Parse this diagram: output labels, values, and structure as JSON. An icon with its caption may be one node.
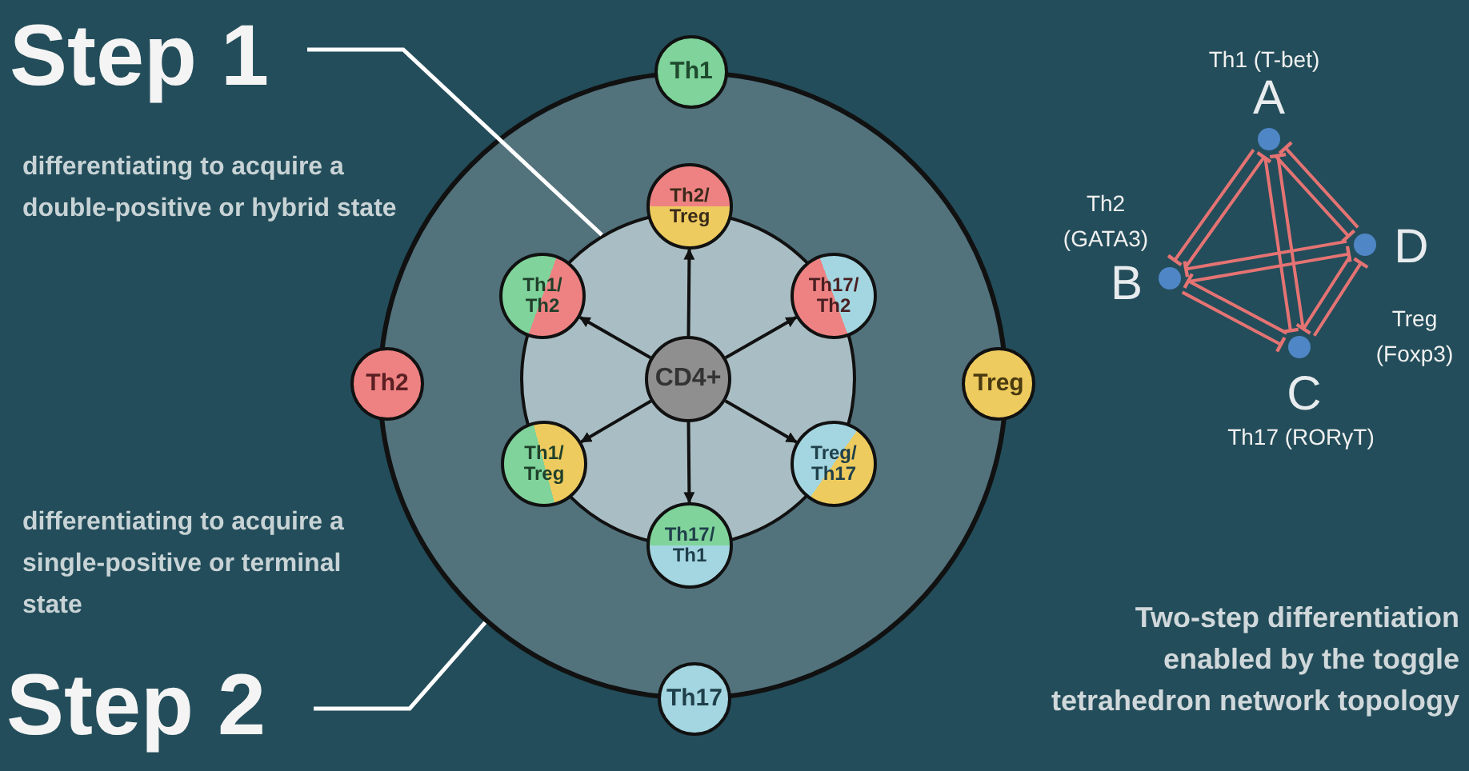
{
  "diagram": {
    "caption": "Two-step differentiation enabled by the toggle tetrahedron network topology",
    "nodes": [
      {
        "text": [
          "Step 1"
        ]
      },
      {
        "text": [],
        "shape": "circle"
      },
      {
        "text": [
          "Th1"
        ]
      },
      {
        "text": [
          "Th2"
        ]
      },
      {
        "text": [
          "Treg"
        ]
      },
      {
        "text": [
          "Th17"
        ]
      },
      {
        "text": [],
        "shape": "circle",
        "in": 1
      },
      {
        "text": [
          "Th2/ Treg"
        ],
        "in": 1
      },
      {
        "text": [
          "Th1/ Th2"
        ],
        "in": 1
      },
      {
        "text": [
          "Th17/ Th2"
        ],
        "in": 1
      },
      {
        "text": [
          "CD4+"
        ],
        "in": 6
      },
      {
        "text": [
          "Th1/ Treg"
        ],
        "in": 1
      },
      {
        "text": [
          "Treg/ Th17"
        ],
        "in": 1
      },
      {
        "text": [
          "Th17/ Th1"
        ],
        "in": 1
      },
      {
        "text": [
          "Step 2"
        ]
      },
      {
        "text": [
          "A"
        ],
        "beside": [
          "Th1 (T-bet)"
        ]
      },
      {
        "text": [
          "B"
        ],
        "beside": [
          "Th2 (GATA3)"
        ]
      },
      {
        "text": [
          "D"
        ],
        "beside": [
          "Treg (Foxp3)"
        ]
      },
      {
        "text": [
          "C"
        ],
        "beside": [
          "Th17 (RORγT)"
        ]
      }
    ],
    "edges": [
      {
        "from": 0,
        "to": 6,
        "arrow": "none",
        "color": "#ffffff"
      },
      {
        "from": 14,
        "to": 1,
        "arrow": "none",
        "color": "#ffffff"
      },
      {
        "from": 10,
        "to": 7,
        "arrow": "to",
        "color": "#111111"
      },
      {
        "from": 10,
        "to": 8,
        "arrow": "to",
        "color": "#111111"
      },
      {
        "from": 10,
        "to": 9,
        "arrow": "to",
        "color": "#111111"
      },
      {
        "from": 10,
        "to": 11,
        "arrow": "to",
        "color": "#111111"
      },
      {
        "from": 10,
        "to": 12,
        "arrow": "to",
        "color": "#111111"
      },
      {
        "from": 10,
        "to": 13,
        "arrow": "to",
        "color": "#111111"
      },
      {
        "from": 15,
        "to": 16,
        "arrow": "other"
      },
      {
        "from": 16,
        "to": 15,
        "arrow": "other"
      },
      {
        "from": 15,
        "to": 18,
        "arrow": "other"
      },
      {
        "from": 18,
        "to": 15,
        "arrow": "other"
      },
      {
        "from": 15,
        "to": 17,
        "arrow": "other"
      },
      {
        "from": 17,
        "to": 15,
        "arrow": "other"
      },
      {
        "from": 16,
        "to": 17,
        "arrow": "other"
      },
      {
        "from": 17,
        "to": 16,
        "arrow": "other"
      },
      {
        "from": 16,
        "to": 18,
        "arrow": "other"
      },
      {
        "from": 18,
        "to": 16,
        "arrow": "other"
      },
      {
        "from": 18,
        "to": 17,
        "arrow": "other"
      },
      {
        "from": 17,
        "to": 18,
        "arrow": "other"
      }
    ],
    "labels": [
      "differentiating to acquire a double-positive or hybrid state",
      "differentiating to acquire a single-positive or terminal state"
    ]
  }
}
